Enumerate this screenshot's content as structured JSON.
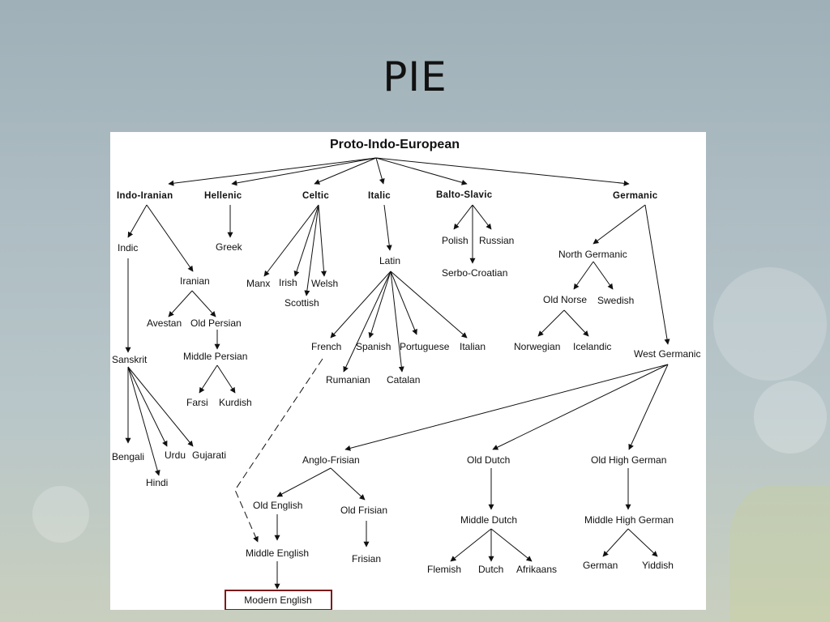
{
  "slide": {
    "title": "PIE"
  },
  "diagram": {
    "root": "Proto-Indo-European",
    "branches": {
      "indo_iranian": "Indo-Iranian",
      "hellenic": "Hellenic",
      "celtic": "Celtic",
      "italic": "Italic",
      "balto_slavic": "Balto-Slavic",
      "germanic": "Germanic"
    },
    "languages": {
      "indic": "Indic",
      "iranian": "Iranian",
      "avestan": "Avestan",
      "old_persian": "Old Persian",
      "middle_persian": "Middle Persian",
      "farsi": "Farsi",
      "kurdish": "Kurdish",
      "sanskrit": "Sanskrit",
      "bengali": "Bengali",
      "hindi": "Hindi",
      "urdu": "Urdu",
      "gujarati": "Gujarati",
      "greek": "Greek",
      "manx": "Manx",
      "irish": "Irish",
      "scottish": "Scottish",
      "welsh": "Welsh",
      "latin": "Latin",
      "french": "French",
      "spanish": "Spanish",
      "portuguese": "Portuguese",
      "italian": "Italian",
      "rumanian": "Rumanian",
      "catalan": "Catalan",
      "polish": "Polish",
      "russian": "Russian",
      "serbo_croatian": "Serbo-Croatian",
      "north_germanic": "North Germanic",
      "old_norse": "Old Norse",
      "swedish": "Swedish",
      "norwegian": "Norwegian",
      "icelandic": "Icelandic",
      "west_germanic": "West Germanic",
      "anglo_frisian": "Anglo-Frisian",
      "old_english": "Old English",
      "old_frisian": "Old Frisian",
      "middle_english": "Middle English",
      "frisian": "Frisian",
      "modern_english": "Modern English",
      "old_dutch": "Old Dutch",
      "middle_dutch": "Middle Dutch",
      "flemish": "Flemish",
      "dutch": "Dutch",
      "afrikaans": "Afrikaans",
      "old_high_german": "Old High German",
      "middle_high_german": "Middle High German",
      "german": "German",
      "yiddish": "Yiddish"
    },
    "highlight_color": "#7a1a1a"
  }
}
